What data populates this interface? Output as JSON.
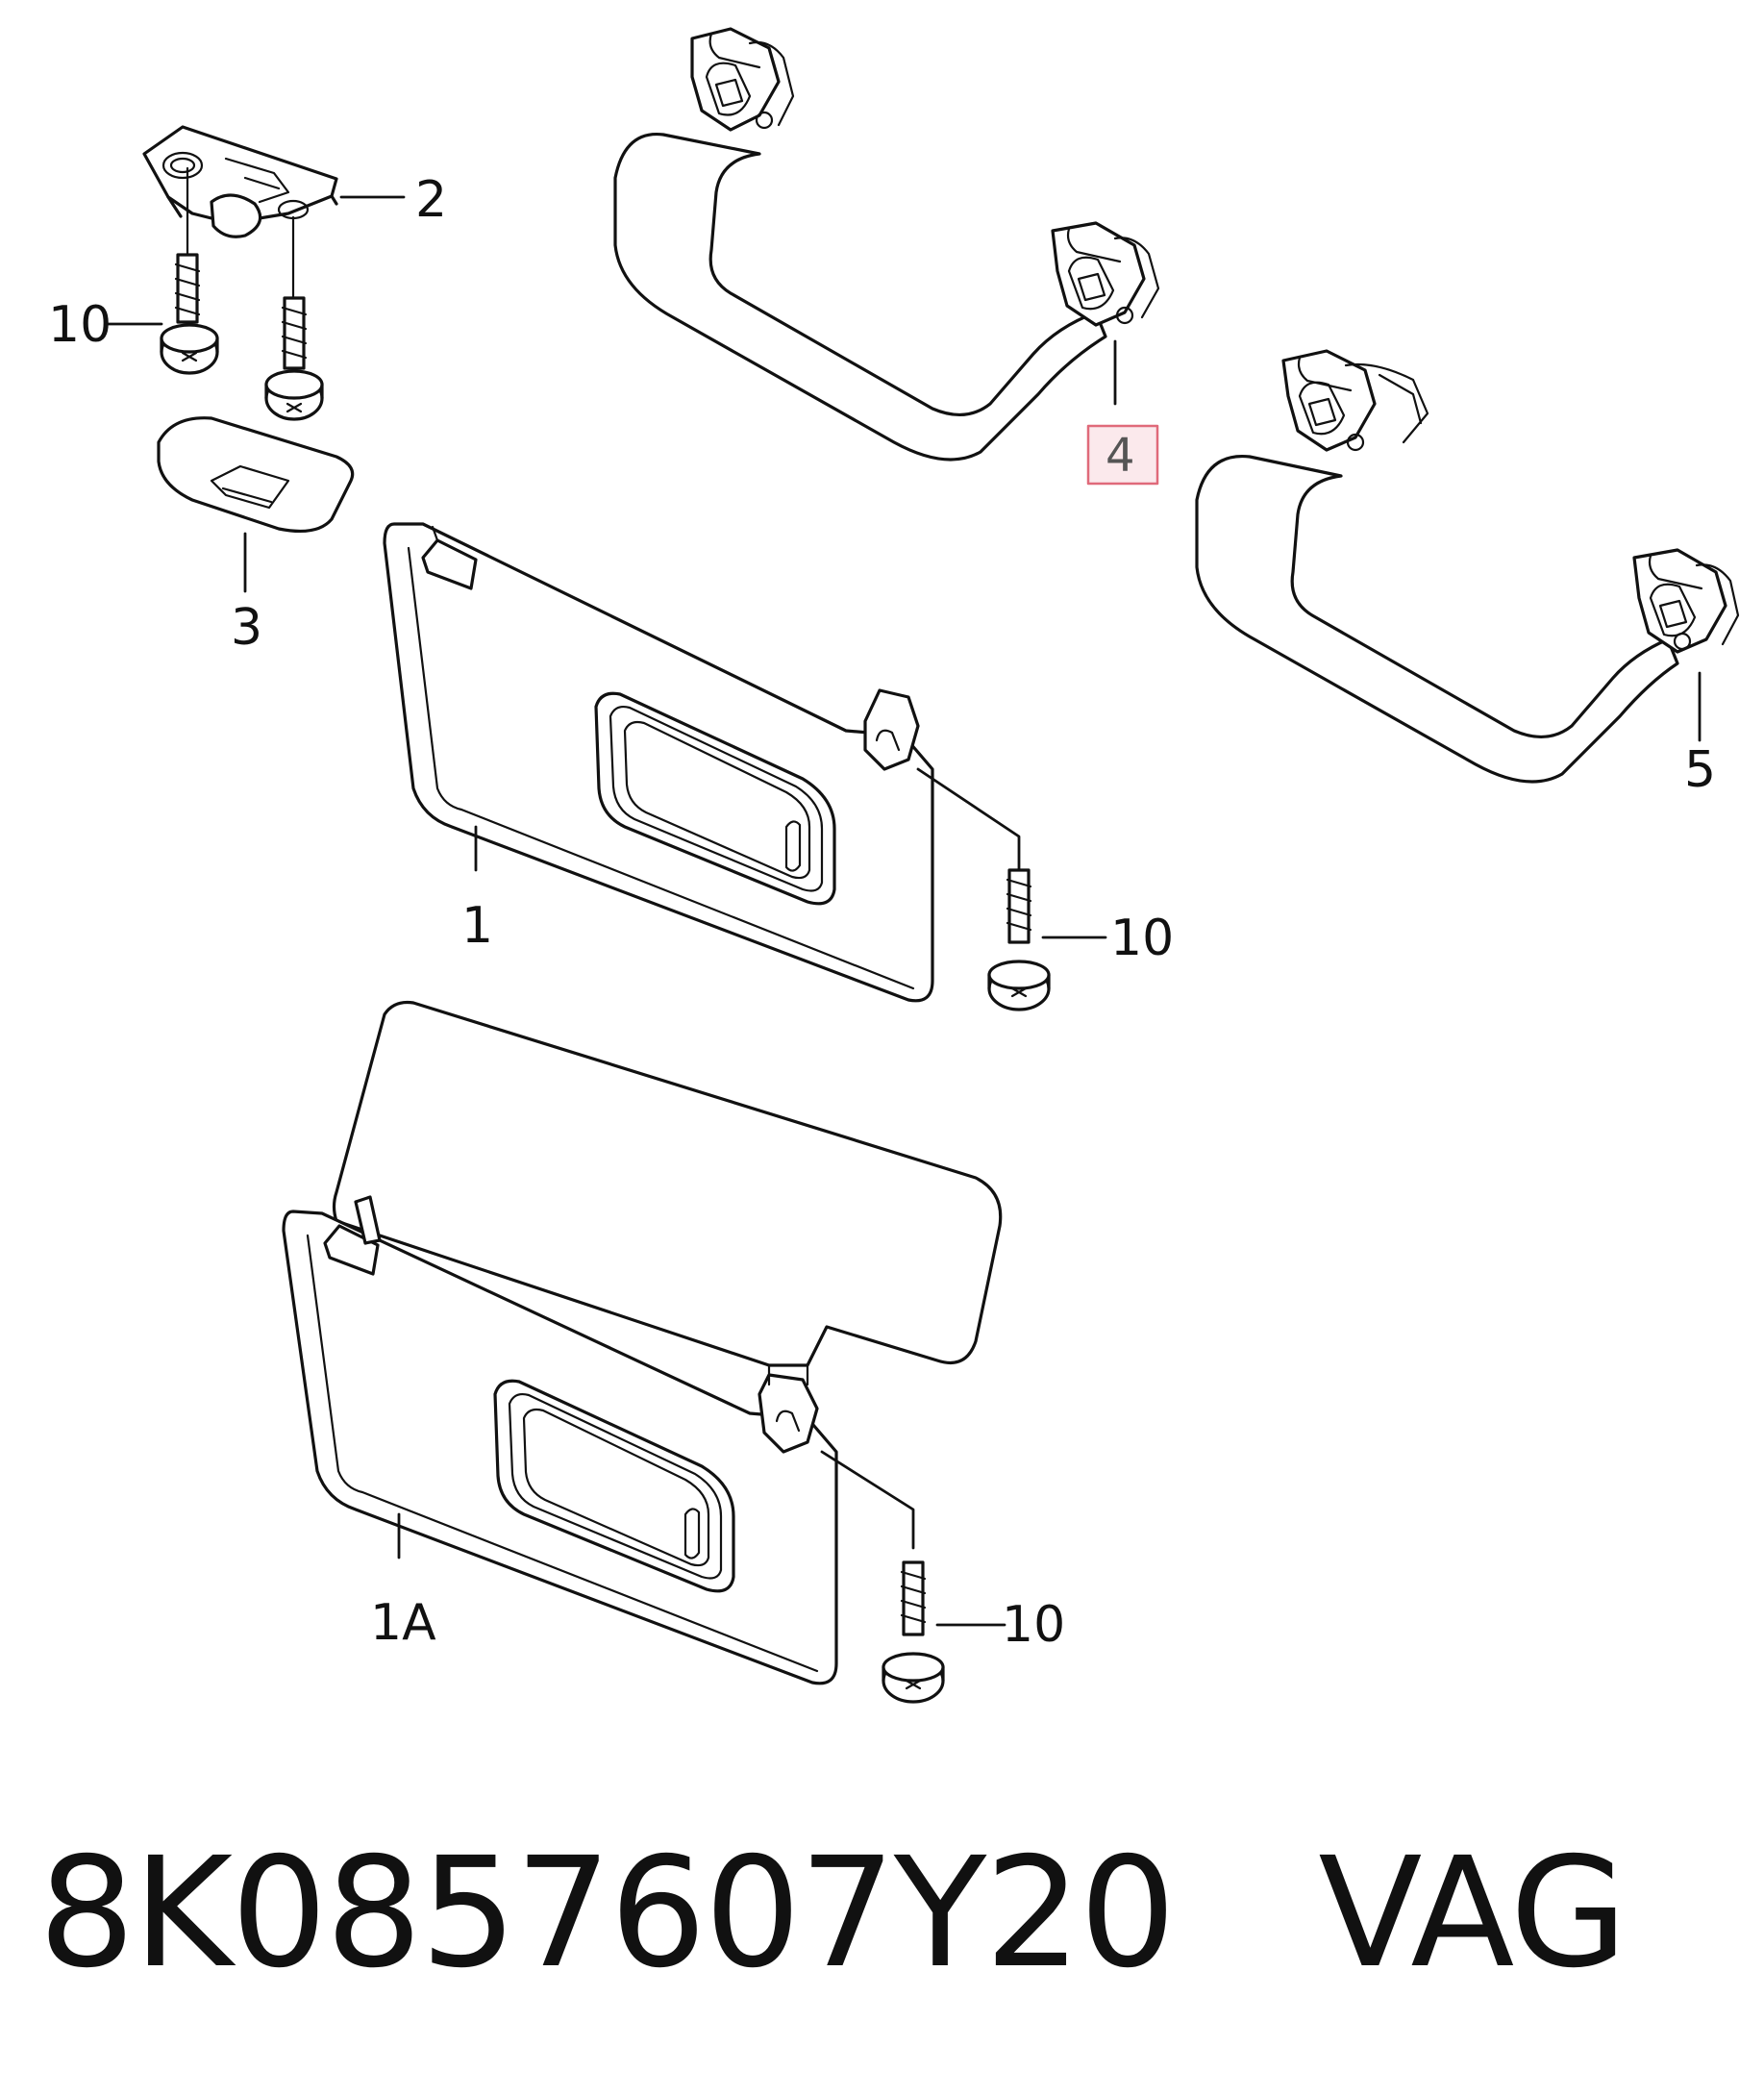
{
  "callouts": {
    "c1": "1",
    "c1a": "1A",
    "c2": "2",
    "c3": "3",
    "c4": "4",
    "c5": "5",
    "c10a": "10",
    "c10b": "10",
    "c10c": "10"
  },
  "highlight_color": "#e06a7a",
  "footer": {
    "part_number": "8K0857607Y20",
    "brand": "VAG"
  }
}
